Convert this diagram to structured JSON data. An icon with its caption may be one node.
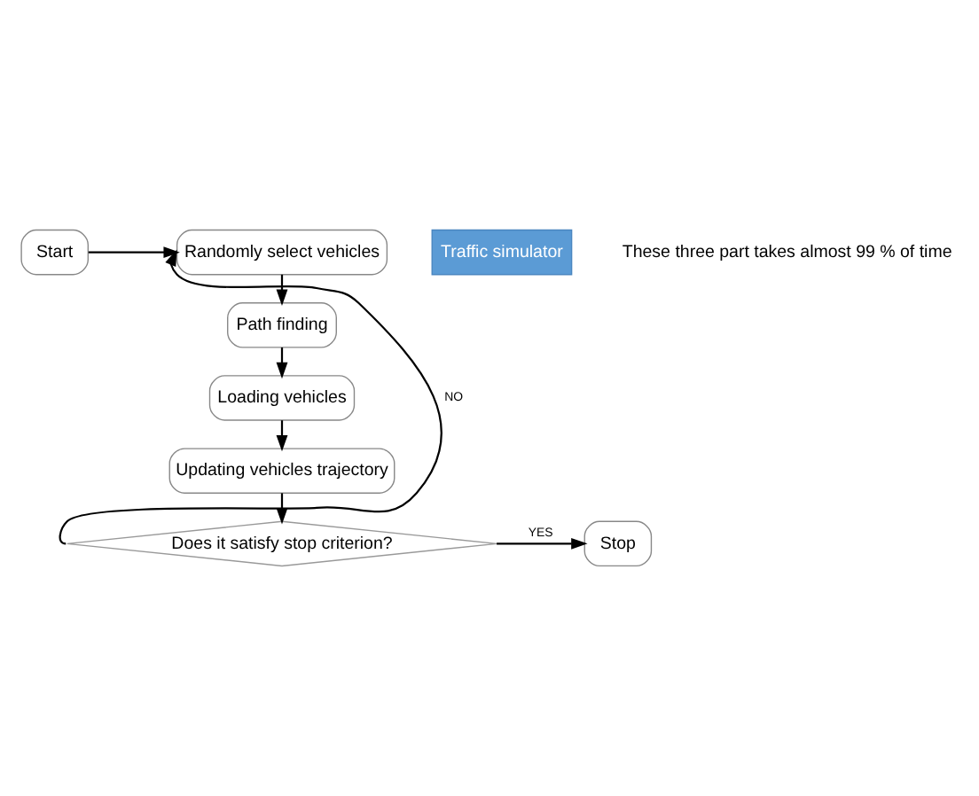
{
  "diagram": {
    "nodes": [
      {
        "text": [
          "Randomly select vehicles"
        ]
      },
      {
        "text": [
          "Start"
        ]
      },
      {
        "text": [
          "Path finding"
        ]
      },
      {
        "text": [
          "Loading vehicles"
        ]
      },
      {
        "text": [
          "Updating vehicles trajectory"
        ]
      },
      {
        "text": [
          "Does it satisfy stop criterion?"
        ]
      },
      {
        "text": [
          "Stop"
        ]
      },
      {
        "text": [
          "Traffic simulator"
        ]
      }
    ],
    "edges": [
      {
        "from": 1,
        "to": 0,
        "arrow": "to"
      },
      {
        "from": 0,
        "to": 2,
        "arrow": "to"
      },
      {
        "from": 2,
        "to": 3,
        "arrow": "to"
      },
      {
        "from": 3,
        "to": 4,
        "arrow": "to"
      },
      {
        "from": 4,
        "to": 5,
        "arrow": "to"
      },
      {
        "from": 5,
        "to": 6,
        "label": "YES",
        "arrow": "to"
      },
      {
        "from": 5,
        "to": 0,
        "label": "NO",
        "arrow": "to"
      }
    ],
    "labels": [
      "These three part takes almost 99 % of time"
    ]
  }
}
